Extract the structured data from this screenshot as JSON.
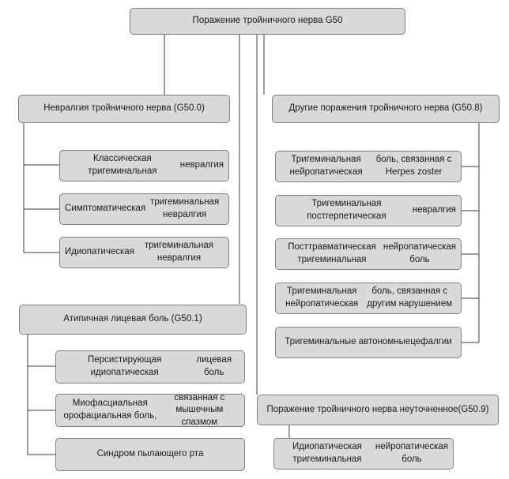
{
  "diagram": {
    "root": {
      "label": "Поражение тройничного нерва G50"
    },
    "branches": {
      "neuralgia": {
        "label": "Невралгия тройничного нерва (G50.0)",
        "children": [
          [
            "Классическая тригеминальная",
            "невралгия"
          ],
          [
            "Симптоматическая",
            "тригеминальная невралгия"
          ],
          [
            "Идиопатическая",
            "тригеминальная невралгия"
          ]
        ]
      },
      "atypical": {
        "label": "Атипичная лицевая боль (G50.1)",
        "children": [
          [
            "Персистирующая идиопатическая",
            "лицевая боль"
          ],
          [
            "Миофасциальная орофациальная боль,",
            "связанная с мышечным спазмом"
          ],
          [
            "Синдром пылающего рта"
          ]
        ]
      },
      "other": {
        "label": "Другие поражения тройничного нерва (G50.8)",
        "children": [
          [
            "Тригеминальная нейропатическая",
            "боль, связанная с Herpes zoster"
          ],
          [
            "Тригеминальная постгерпетическая",
            "невралгия"
          ],
          [
            "Посттравматическая тригеминальная",
            "нейропатическая боль"
          ],
          [
            "Тригеминальная нейропатическая",
            "боль, связанная с другим нарушением"
          ],
          [
            "Тригеминальные автономные",
            "цефалгии"
          ]
        ]
      },
      "unspecified": {
        "label": [
          "Поражение тройничного нерва неуточненное",
          "(G50.9)"
        ],
        "children": [
          [
            "Идиопатическая тригеминальная",
            "нейропатическая боль"
          ]
        ]
      }
    }
  }
}
